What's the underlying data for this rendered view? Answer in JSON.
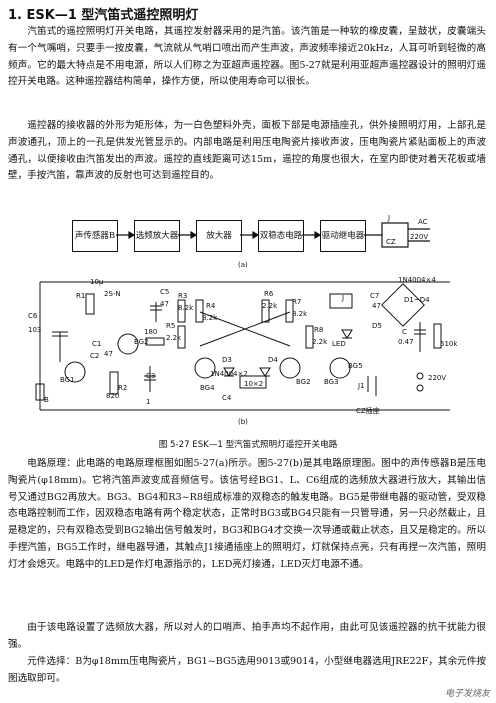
{
  "title": "1. ESK—1 型汽笛式遥控照明灯",
  "intro_p1": "汽笛式的遥控照明灯开关电路，其遥控发射器采用的是汽笛。该汽笛是一种软的橡皮囊，呈鼓状，皮囊端头有一个气嘴哨，只要手一按皮囊，气流就从气哨口喷出而产生声波，声波频率接近20kHz，人耳可听到轻微的高频声。它的最大特点是不用电源，所以人们称之为亚超声遥控器。图5-27就是利用亚超声遥控器设计的照明灯遥控开关电路。这种遥控器结构简单，操作方便，所以使用寿命可以很长。",
  "intro_p2": "遥控器的接收器的外形为矩形体，为一白色塑料外壳，面板下部是电源插座孔，供外接照明灯用，上部孔是声波通孔，顶上的一孔是供发光管显示的。内部电路是利用压电陶瓷片接收声波，压电陶瓷片紧贴面板上的声波通孔，以便接收由汽笛发出的声波。遥控的直线距离可达15m，遥控的角度也很大，在室内即使对着天花板或墙壁，手按汽笛，靠声波的反射也可达到遥控目的。",
  "block_diagram": {
    "blocks": [
      "声传感器B",
      "选频放大器",
      "放大器",
      "双稳态电路",
      "驱动继电器"
    ],
    "relay_labels": [
      "J",
      "CZ",
      "AC",
      "220V"
    ],
    "sub_label": "(a)"
  },
  "schematic": {
    "labels": [
      "C6",
      "103",
      "R1",
      "10μ",
      "2S-N",
      "C1",
      "47",
      "C2",
      "BG1",
      "BG2",
      "180",
      "R2",
      "820",
      "C3",
      "1",
      "BG4",
      "B",
      "C5",
      "47",
      "R3",
      "8.2k",
      "R4",
      "8.2k",
      "R5",
      "2.2k",
      "R6",
      "2.2k",
      "R7",
      "8.2k",
      "R8",
      "2.2k",
      "BG2",
      "D3",
      "D4",
      "1N4004×2",
      "C4",
      "10×2",
      "BG3",
      "J",
      "LED",
      "1N4004×4",
      "D1~D4",
      "C",
      "0.47",
      "510k",
      "220V",
      "CZ插座",
      "J1",
      "BG5",
      "C7",
      "47",
      "D5"
    ],
    "sub_label": "(b)"
  },
  "caption": "图 5-27    ESK—1 型汽笛式照明灯遥控开关电路",
  "principle": "电路原理：此电路的电路原理框图如图5-27(a)所示。图5-27(b)是其电路原理图。图中的声传感器B是压电陶瓷片(φ18mm)。它将汽笛声波变成音频信号。该信号经BG1、L、C6组成的选频放大器进行放大，其输出信号又通过BG2再放大。BG3、BG4和R3~R8组成标准的双稳态的触发电路。BG5是带继电器的驱动管，受双稳态电路控制而工作，因双稳态电路有两个稳定状态，正常时BG3或BG4只能有一只管导通，另一只必然截止，且是稳定的，只有双稳态受到BG2输出信号触发时，BG3和BG4才交换一次导通或截止状态，且又是稳定的。所以手捏汽笛，BG5工作时，继电器导通，其触点J1接通插座上的照明灯，灯就保持点亮，只有再捏一次汽笛，照明灯才会熄灭。电路中的LED是作灯电源指示的，LED亮灯接通，LED灭灯电源不通。",
  "note": "由于该电路设置了选频放大器，所以对人的口哨声、拍手声均不起作用，由此可见该遥控器的抗干扰能力很强。",
  "components": "元件选择：B为φ18mm压电陶瓷片，BG1~BG5选用9013或9014，小型继电器选用JRE22F，其余元件按图选取即可。",
  "watermark": "电子发烧友"
}
